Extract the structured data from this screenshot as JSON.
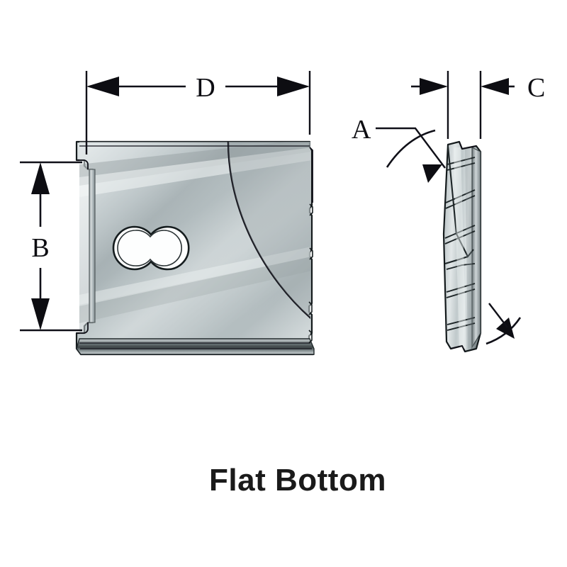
{
  "figure": {
    "title": "Flat Bottom",
    "background_color": "#ffffff",
    "line_color": "#101018",
    "body_fill_light": "#e9edee",
    "body_fill_mid": "#b9c2c4",
    "body_fill_dark": "#7f8a8d"
  },
  "caption": {
    "text": "Flat Bottom"
  },
  "dimensions": {
    "width": {
      "label": "D",
      "orientation": "horizontal",
      "arrow_style": "double-outward",
      "view": "front"
    },
    "height": {
      "label": "B",
      "orientation": "vertical",
      "arrow_style": "double-outward",
      "view": "front"
    },
    "thickness": {
      "label": "C",
      "orientation": "horizontal",
      "arrow_style": "double-outward",
      "view": "side"
    },
    "angle": {
      "label": "A",
      "orientation": "leader-with-arc",
      "arrow_style": "leader",
      "view": "side"
    }
  },
  "front_view": {
    "name": "front-view",
    "features": {
      "mounting_hole": "figure-eight-double-circle",
      "corner_notches": "stepped-notch-left-top-and-bottom",
      "edge_serrations": "right-edge-notches",
      "arc": "upper-right-sweep-arc",
      "bottom_chamfer": "dark-band"
    }
  },
  "side_view": {
    "name": "side-view",
    "features": {
      "profile": "tapered-wedge",
      "facets": "diagonal-facet-lines",
      "angle_arcs": "upper-and-lower-arc-indicators"
    }
  }
}
